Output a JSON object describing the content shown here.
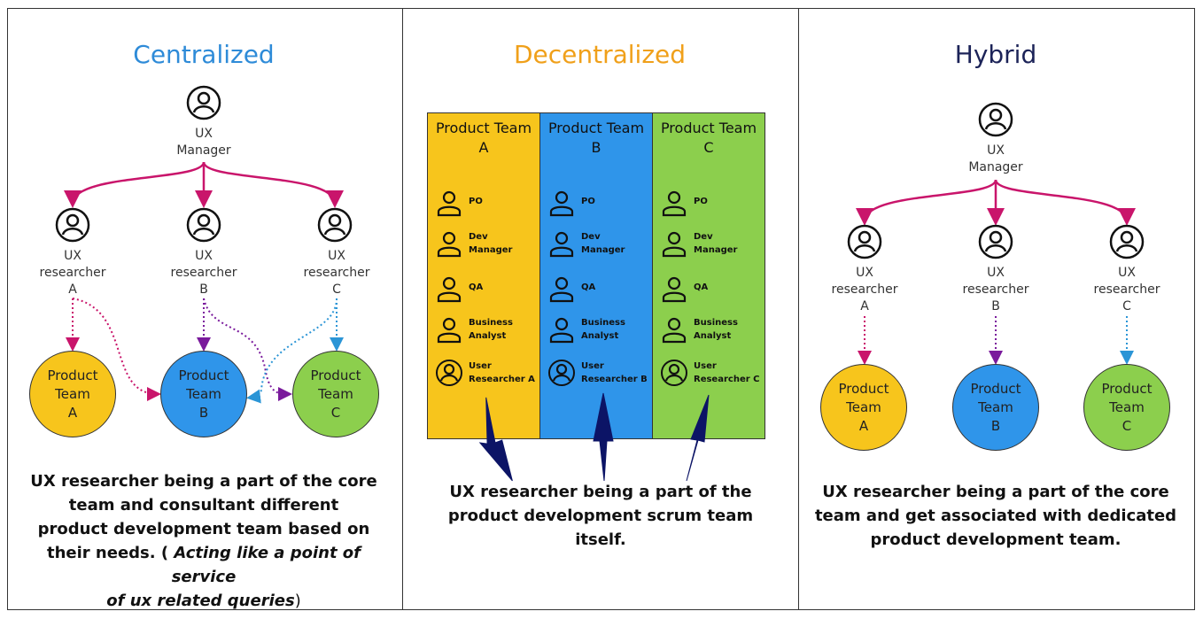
{
  "centralized": {
    "title": "Centralized",
    "title_color": "#2e8bd8",
    "manager": {
      "l1": "UX",
      "l2": "Manager"
    },
    "researchers": [
      {
        "l1": "UX",
        "l2": "researcher",
        "l3": "A"
      },
      {
        "l1": "UX",
        "l2": "researcher",
        "l3": "B"
      },
      {
        "l1": "UX",
        "l2": "researcher",
        "l3": "C"
      }
    ],
    "teams": [
      {
        "l1": "Product",
        "l2": "Team",
        "l3": "A",
        "color": "#f7c51c"
      },
      {
        "l1": "Product",
        "l2": "Team",
        "l3": "B",
        "color": "#2f95ea"
      },
      {
        "l1": "Product",
        "l2": "Team",
        "l3": "C",
        "color": "#8ccf4d"
      }
    ],
    "caption": {
      "line1": "UX researcher being a part of the core",
      "line2": "team and consultant different",
      "line3": "product development team based on",
      "line4_a": "their needs. ( ",
      "line4_b": "Acting like a point of service",
      "line5_a": "of ux related queries",
      "line5_b": ")"
    }
  },
  "decentralized": {
    "title": "Decentralized",
    "title_color": "#f0a01a",
    "columns": [
      {
        "h1": "Product Team",
        "h2": "A",
        "color": "#f7c51c",
        "roles": [
          [
            "PO",
            ""
          ],
          [
            "Dev",
            "Manager"
          ],
          [
            "QA",
            ""
          ],
          [
            "Business",
            "Analyst"
          ],
          [
            "User",
            "Researcher A"
          ]
        ]
      },
      {
        "h1": "Product Team",
        "h2": "B",
        "color": "#2f95ea",
        "roles": [
          [
            "PO",
            ""
          ],
          [
            "Dev",
            "Manager"
          ],
          [
            "QA",
            ""
          ],
          [
            "Business",
            "Analyst"
          ],
          [
            "User",
            "Researcher B"
          ]
        ]
      },
      {
        "h1": "Product Team",
        "h2": "C",
        "color": "#8ccf4d",
        "roles": [
          [
            "PO",
            ""
          ],
          [
            "Dev",
            "Manager"
          ],
          [
            "QA",
            ""
          ],
          [
            "Business",
            "Analyst"
          ],
          [
            "User",
            "Researcher C"
          ]
        ]
      }
    ],
    "caption": {
      "line1": "UX researcher being a part of the",
      "line2": "product development scrum team",
      "line3": "itself."
    }
  },
  "hybrid": {
    "title": "Hybrid",
    "title_color": "#1c2358",
    "manager": {
      "l1": "UX",
      "l2": "Manager"
    },
    "researchers": [
      {
        "l1": "UX",
        "l2": "researcher",
        "l3": "A"
      },
      {
        "l1": "UX",
        "l2": "researcher",
        "l3": "B"
      },
      {
        "l1": "UX",
        "l2": "researcher",
        "l3": "C"
      }
    ],
    "teams": [
      {
        "l1": "Product",
        "l2": "Team",
        "l3": "A",
        "color": "#f7c51c"
      },
      {
        "l1": "Product",
        "l2": "Team",
        "l3": "B",
        "color": "#2f95ea"
      },
      {
        "l1": "Product",
        "l2": "Team",
        "l3": "C",
        "color": "#8ccf4d"
      }
    ],
    "caption": {
      "line1": "UX researcher being a part of the core",
      "line2": "team and get associated with dedicated",
      "line3": "product development team."
    }
  },
  "colors": {
    "manager_arrow": "#c9156b",
    "dotted_a": "#c9156b",
    "dotted_b": "#7a1a9c",
    "dotted_c": "#2b95d6",
    "big_arrow": "#0c1466"
  }
}
